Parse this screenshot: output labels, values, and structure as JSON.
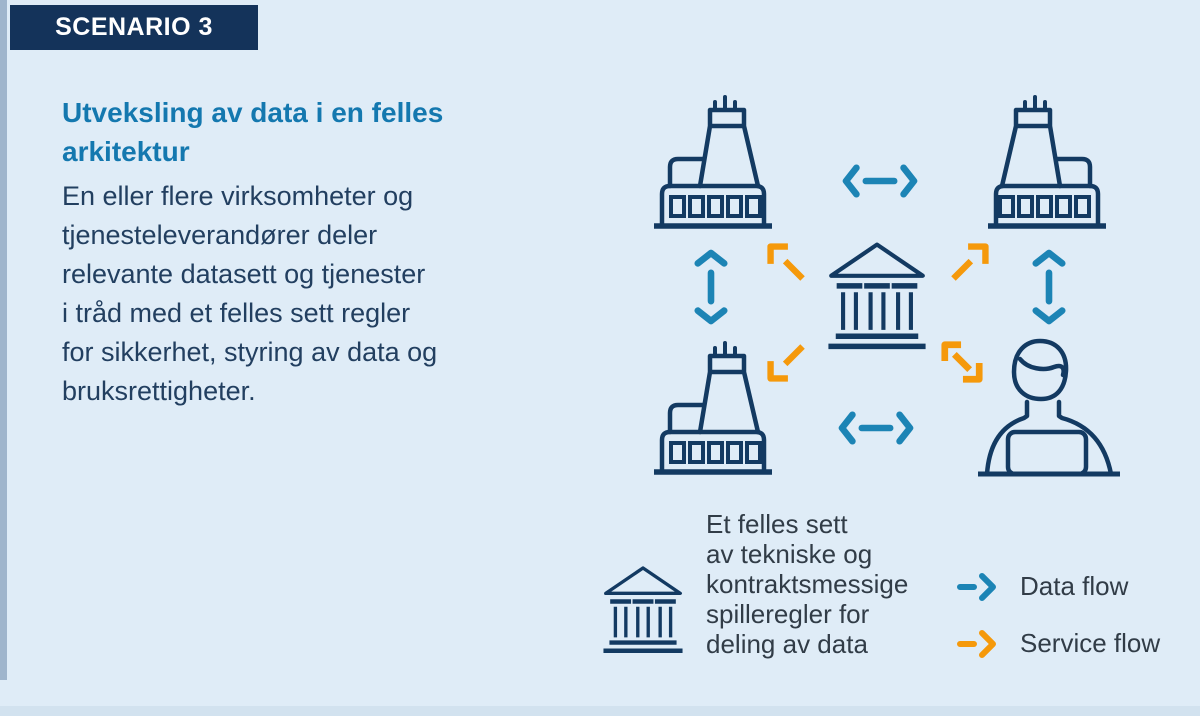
{
  "badge": {
    "label": "SCENARIO 3"
  },
  "intro": {
    "title_lines": [
      "Utveksling av data i en felles",
      "arkitektur"
    ],
    "body_lines": [
      "En eller flere virksomheter og",
      "tjenesteleverandører deler",
      "relevante datasett og tjenester",
      "i tråd med et felles sett regler",
      "for sikkerhet, styring av data og",
      "bruksrettigheter."
    ]
  },
  "diagram": {
    "nodes": [
      {
        "name": "factory-top-left",
        "icon": "factory-icon"
      },
      {
        "name": "factory-top-right",
        "icon": "factory-icon"
      },
      {
        "name": "rules-hub-center",
        "icon": "bank-icon"
      },
      {
        "name": "factory-bottom-left",
        "icon": "factory-icon"
      },
      {
        "name": "person-bottom-right",
        "icon": "person-laptop-icon"
      }
    ],
    "arrow_types": {
      "data_flow": "blue double-headed arrows between organisations",
      "service_flow": "orange arrows between central rules hub and organisations"
    }
  },
  "legend": {
    "hub_icon": "bank-icon",
    "hub_note_lines": [
      "Et felles sett",
      "av tekniske og",
      "kontraktsmessige",
      "spilleregler for",
      "deling av data"
    ],
    "flows": [
      {
        "label": "Data flow",
        "color": "#1c84b5"
      },
      {
        "label": "Service flow",
        "color": "#f5990b"
      }
    ]
  },
  "colors": {
    "background": "#dfecf7",
    "icon_navy": "#133a62",
    "badge_bg": "#14335a",
    "title_blue": "#1478af",
    "data_flow_blue": "#1c84b5",
    "service_flow_orange": "#f5990b"
  }
}
